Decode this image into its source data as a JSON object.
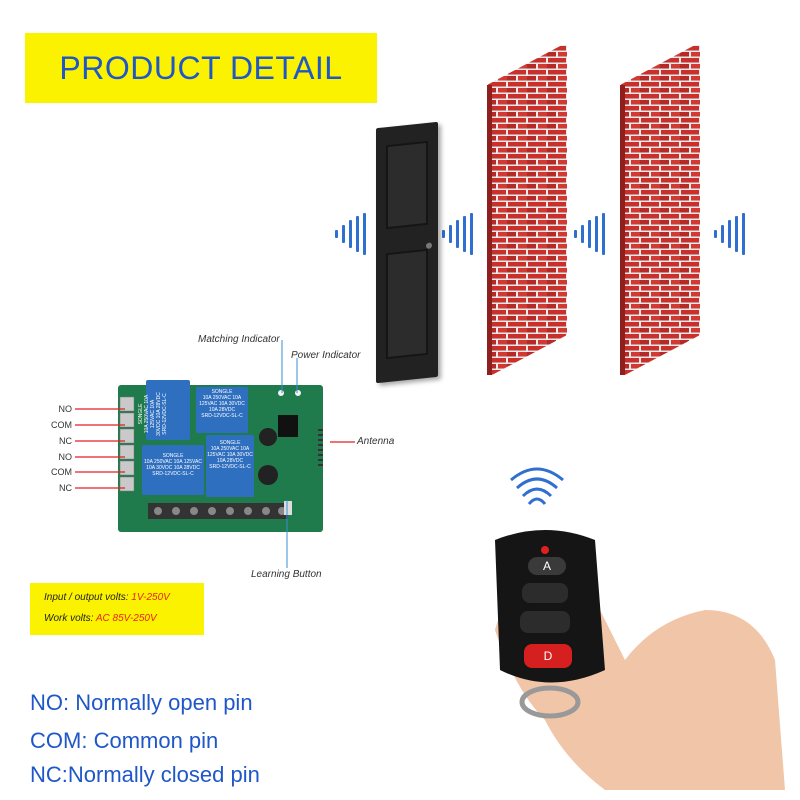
{
  "banner": {
    "title": "PRODUCT DETAIL"
  },
  "labels": {
    "matching_indicator": "Matching Indicator",
    "power_indicator": "Power Indicator",
    "antenna": "Antenna",
    "learning_button": "Learning Button"
  },
  "pins": [
    "NO",
    "COM",
    "NC",
    "NO",
    "COM",
    "NC"
  ],
  "relays": [
    {
      "brand": "SONGLE",
      "model": "SRD-12VDC-SL-C",
      "spec": "10A 250VAC 10A 125VAC 10A 30VDC 10A 28VDC"
    },
    {
      "brand": "SONGLE",
      "model": "SRD-12VDC-SL-C",
      "spec": "10A 250VAC 10A 125VAC 10A 30VDC 10A 28VDC"
    },
    {
      "brand": "SONGLE",
      "model": "SRD-12VDC-SL-C",
      "spec": "10A 250VAC 10A 125VAC 10A 30VDC 10A 28VDC"
    },
    {
      "brand": "SONGLE",
      "model": "SRD-12VDC-SL-C",
      "spec": "10A 250VAC 10A 125VAC 10A 30VDC 10A 28VDC"
    }
  ],
  "specs": {
    "io_label": "Input / output volts: ",
    "io_value": "1V-250V",
    "work_label": "Work volts: ",
    "work_value": "AC 85V-250V"
  },
  "legend": [
    {
      "key": "NO:",
      "text": " Normally open pin"
    },
    {
      "key": "COM:",
      "text": " Common pin"
    },
    {
      "key": "NC:",
      "text": "Normally closed pin"
    }
  ],
  "remote": {
    "buttons": [
      "A",
      "",
      "",
      "D"
    ]
  },
  "colors": {
    "banner": "#fbf200",
    "title": "#1f57c8",
    "brick": "#c9302c",
    "mortar": "#e9e9e9",
    "wave": "#2f6fd0",
    "board": "#1f7a4c",
    "relay": "#2f6fbf",
    "wire_red": "#e02020",
    "accent_red": "#e8241b"
  }
}
